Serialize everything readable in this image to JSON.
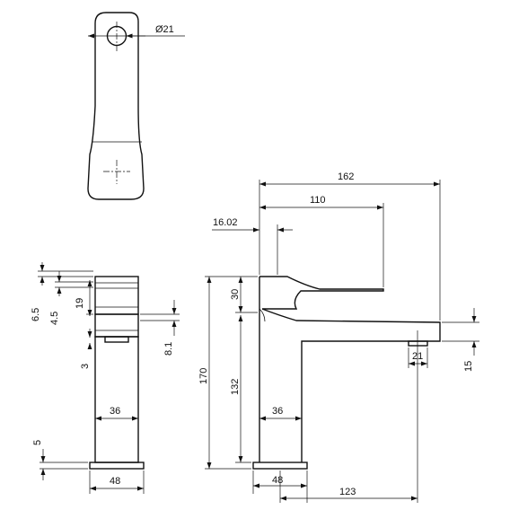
{
  "dimensions": {
    "hole_diameter": "Ø21",
    "overall_length": "162",
    "lever_length": "110",
    "lever_offset": "16.02",
    "handle_height": "30",
    "body_height": "132",
    "total_height": "170",
    "spout_thickness": "15",
    "aerator_width": "21",
    "body_width_side": "36",
    "base_width_side": "48",
    "body_width_front": "36",
    "base_width_front": "48",
    "reach": "123",
    "top_gap": "6.5",
    "cap_gap": "4.5",
    "cap_height": "19",
    "collar_height": "8.1",
    "neck_gap": "3",
    "base_thickness": "5"
  }
}
